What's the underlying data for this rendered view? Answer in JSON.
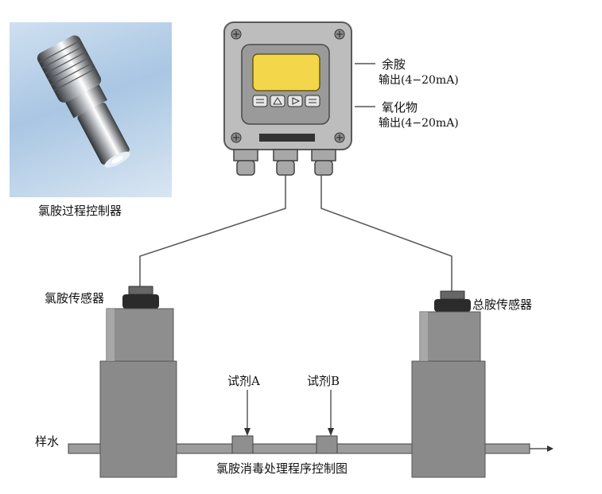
{
  "labels": {
    "controller_caption": "氯胺过程控制器",
    "output1_line1": "余胺",
    "output1_line2": "输出(4−20mA)",
    "output2_line1": "氧化物",
    "output2_line2": "输出(4−20mA)",
    "sensor_left": "氯胺传感器",
    "sensor_right": "总胺传感器",
    "reagent_a": "试剂A",
    "reagent_b": "试剂B",
    "sample_water": "样水",
    "figure_caption": "氯胺消毒处理程序控制图"
  },
  "colors": {
    "display": "#f3d64a",
    "housing": "#b5b5b5",
    "sensor_body": "#8c8c8c",
    "photo_bg": "#b9d2ea"
  },
  "icons": {
    "button1": "menu-icon",
    "button2": "up-triangle-icon",
    "button3": "right-triangle-icon",
    "button4": "menu-icon"
  }
}
